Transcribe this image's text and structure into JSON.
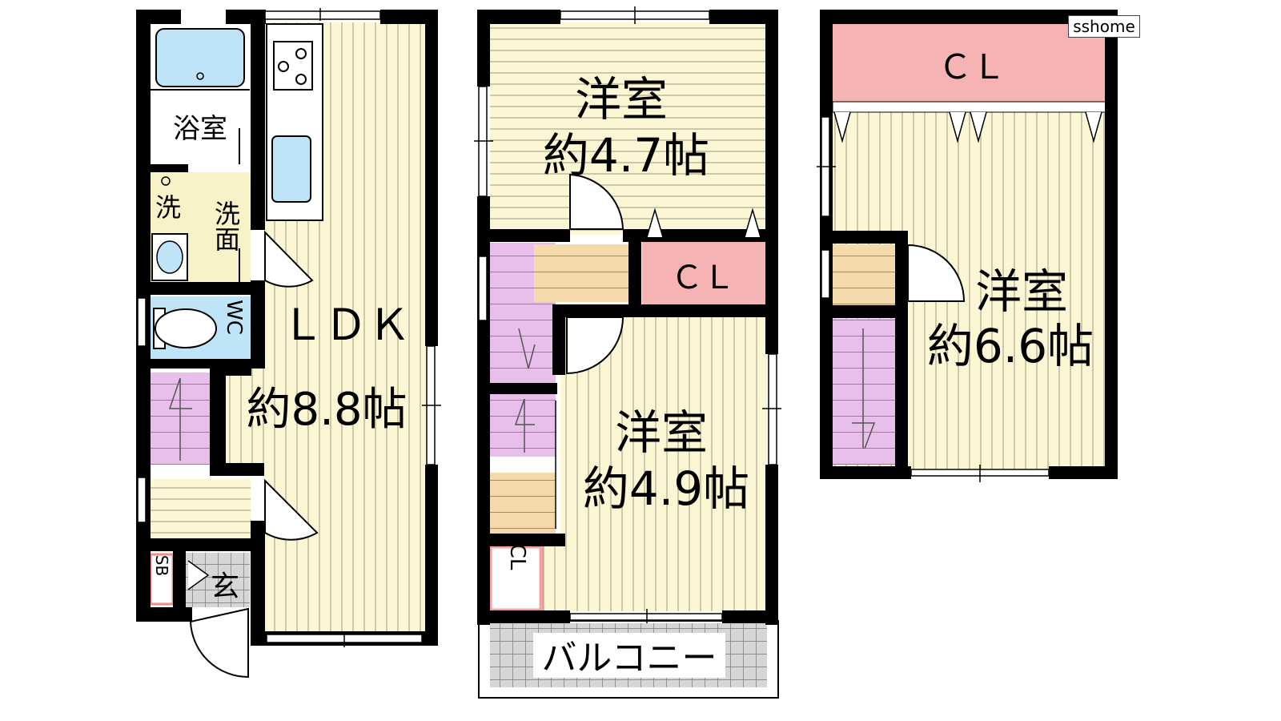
{
  "watermark": "sshome",
  "floor1": {
    "bath": "浴室",
    "washer": "洗",
    "washroom": "洗面",
    "wc": "WC",
    "ldk": "ＬＤＫ",
    "ldk_size": "約8.8帖",
    "sb": "SB",
    "entrance": "玄"
  },
  "floor2": {
    "room_a": "洋室",
    "room_a_size": "約4.7帖",
    "room_b": "洋室",
    "room_b_size": "約4.9帖",
    "closet_mid": "ＣＬ",
    "closet_small": "CL",
    "balcony": "バルコニー"
  },
  "floor3": {
    "closet": "ＣＬ",
    "room": "洋室",
    "room_size": "約6.6帖"
  },
  "colors": {
    "wall": "#000000",
    "floor_stripe": "#fbf7d4",
    "stair": "#e7bfea",
    "storage": "#f4d9aa",
    "closet": "#f6b3b3",
    "water": "#bfe3f7",
    "balcony_tile": "#cfcfcf"
  }
}
